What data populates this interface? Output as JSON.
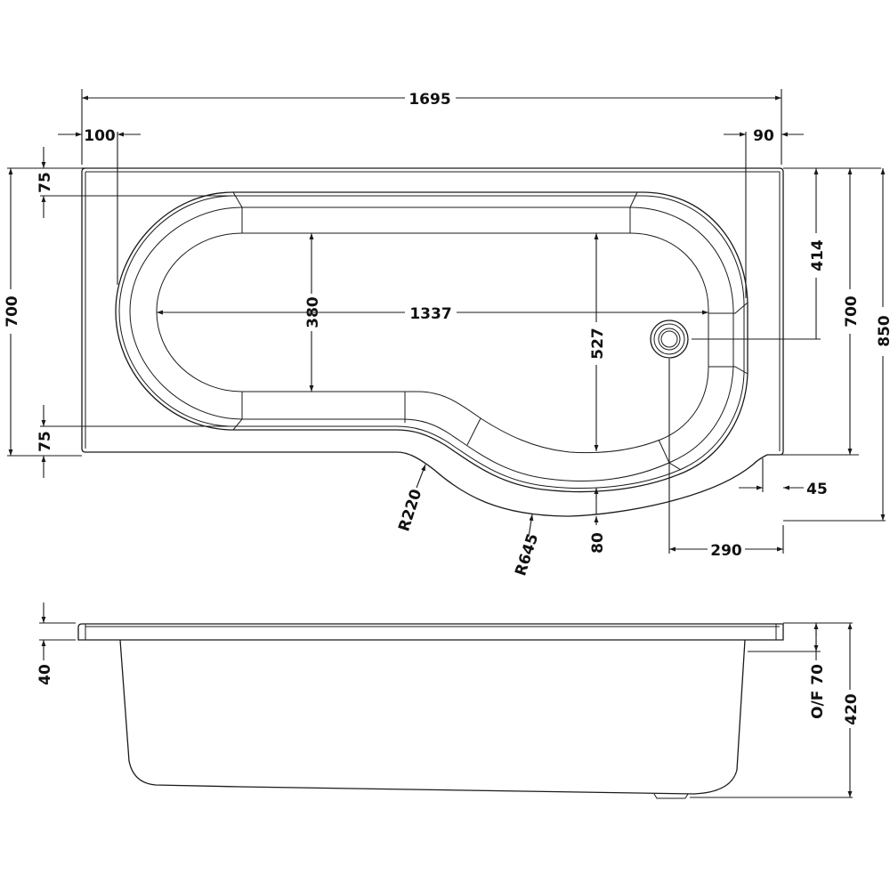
{
  "drawing": {
    "type": "technical-drawing",
    "subject": "P-shaped shower bath, plan and side elevation",
    "line_color": "#1a1a1a",
    "background": "#ffffff"
  },
  "plan_view": {
    "dimensions": {
      "overall_length": "1695",
      "left_deck": "100",
      "right_deck": "90",
      "top_deck": "75",
      "bottom_deck": "75",
      "left_width": "700",
      "right_width_inner": "700",
      "overall_width": "850",
      "waste_offset": "414",
      "internal_length": "1337",
      "narrow_internal_width": "380",
      "wide_internal_width": "527",
      "radius_small": "R220",
      "radius_large": "R645",
      "curve_rim": "80",
      "waste_from_end": "290",
      "corner_step": "45"
    }
  },
  "side_view": {
    "dimensions": {
      "rim_thickness": "40",
      "overflow": "O/F 70",
      "overall_height": "420"
    }
  }
}
